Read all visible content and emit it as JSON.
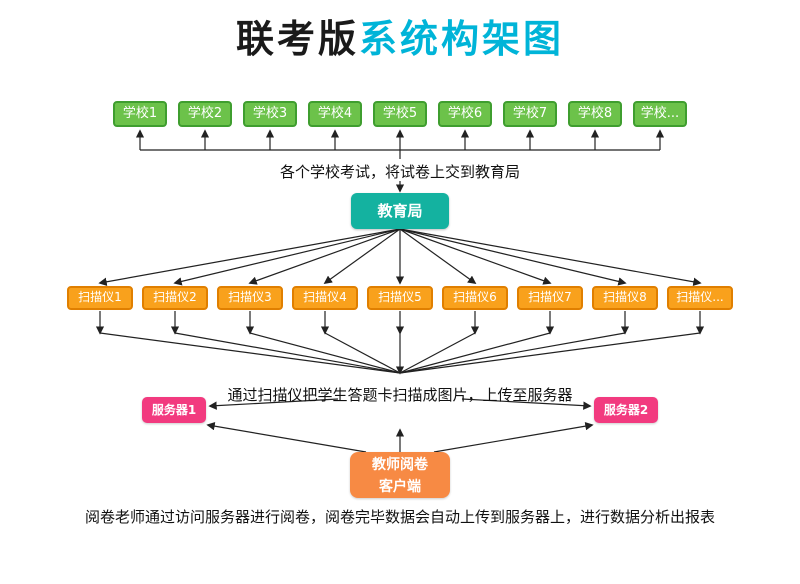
{
  "title": {
    "part1": "联考版",
    "part2": "系统构架图"
  },
  "schools": {
    "items": [
      "学校1",
      "学校2",
      "学校3",
      "学校4",
      "学校5",
      "学校6",
      "学校7",
      "学校8",
      "学校..."
    ]
  },
  "scanners": {
    "items": [
      "扫描仪1",
      "扫描仪2",
      "扫描仪3",
      "扫描仪4",
      "扫描仪5",
      "扫描仪6",
      "扫描仪7",
      "扫描仪8",
      "扫描仪..."
    ]
  },
  "nodes": {
    "bureau": "教育局",
    "server1": "服务器1",
    "server2": "服务器2",
    "client_line1": "教师阅卷",
    "client_line2": "客户端"
  },
  "captions": {
    "schools_to_bureau": "各个学校考试，将试卷上交到教育局",
    "scan_upload": "通过扫描仪把学生答题卡扫描成图片，上传至服务器",
    "bottom": "阅卷老师通过访问服务器进行阅卷，阅卷完毕数据会自动上传到服务器上，进行数据分析出报表"
  },
  "colors": {
    "cyan": "#00b4d8",
    "green": "#6cc24a",
    "green-border": "#3f9e2f",
    "orange": "#f9a11c",
    "orange-border": "#e07f00",
    "teal": "#14b2a0",
    "pink": "#f23a7f",
    "clientorange": "#f78a44",
    "line": "#222222"
  }
}
